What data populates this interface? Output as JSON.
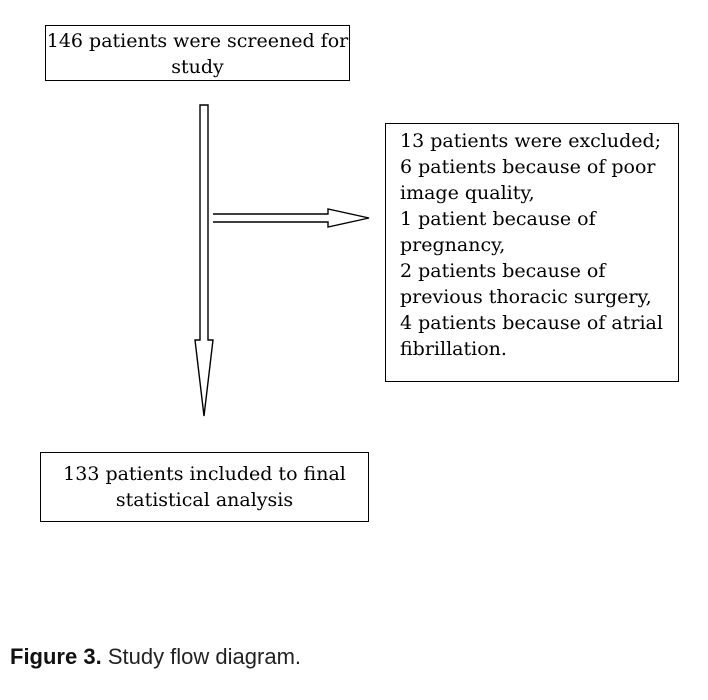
{
  "nodes": {
    "screened": {
      "lines": [
        "146 patients were screened for",
        "study"
      ]
    },
    "excluded": {
      "lines": [
        "13 patients were excluded;",
        "6 patients because of poor",
        "image quality,",
        "1 patient because of",
        "pregnancy,",
        "2 patients because of",
        "previous thoracic surgery,",
        "4 patients because of atrial",
        "fibrillation."
      ]
    },
    "included": {
      "lines": [
        "133 patients included to final",
        "statistical analysis"
      ]
    }
  },
  "edges": [
    {
      "from": "screened",
      "to": "included"
    },
    {
      "from": "screened",
      "to": "excluded"
    }
  ],
  "caption": {
    "label": "Figure 3.",
    "text": "Study flow diagram."
  }
}
